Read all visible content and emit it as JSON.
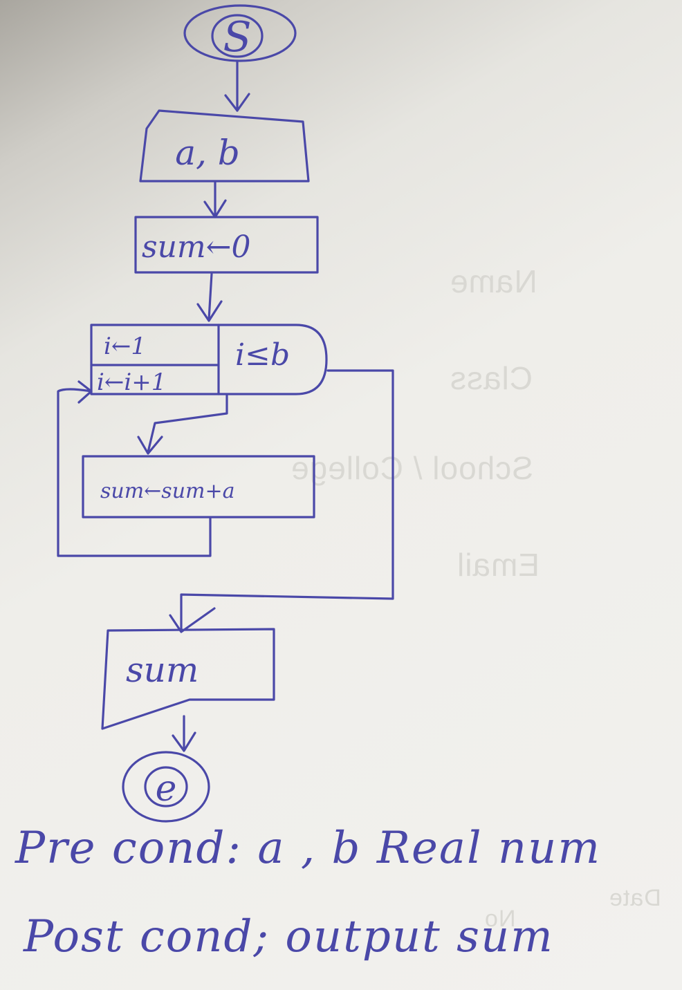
{
  "flowchart": {
    "start_label": "S",
    "input_label": "a, b",
    "init_label": "sum←0",
    "loop": {
      "init": "i←1",
      "update": "i←i+1",
      "condition": "i≤b"
    },
    "body_label": "sum←sum+a",
    "output_label": "sum",
    "end_label": "e"
  },
  "notes": {
    "precondition": "Pre cond: a , b Real num",
    "postcondition": "Post cond; output sum"
  },
  "ghost_text": [
    "Name",
    "Class",
    "School / College",
    "Email",
    "Date",
    "No"
  ],
  "colors": {
    "ink": "#4a48a8",
    "paper": "#f2f1ee"
  }
}
